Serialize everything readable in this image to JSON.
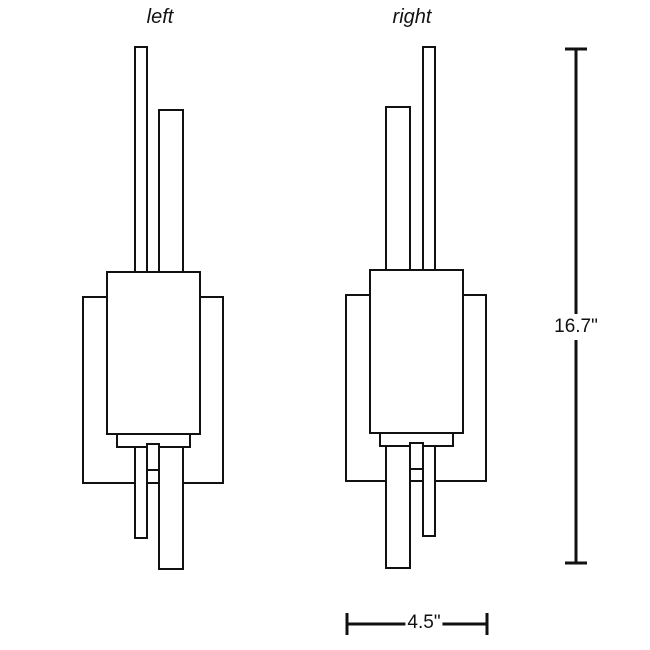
{
  "views": {
    "left_label": "left",
    "right_label": "right"
  },
  "dimensions": {
    "height": "16.7\"",
    "width": "4.5\""
  },
  "colors": {
    "line": "#111111",
    "background": "#ffffff"
  }
}
